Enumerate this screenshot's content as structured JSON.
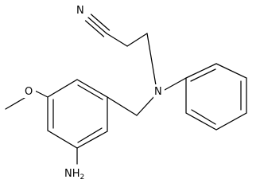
{
  "molecule": {
    "atoms": {
      "nitrile_n": "N",
      "amine_n": "N",
      "methoxy_o": "O",
      "amino_group": "NH2"
    },
    "amino_group_parts": {
      "element": "NH",
      "subscript": "2"
    }
  },
  "colors": {
    "bond": "#000000",
    "label": "#000000",
    "background": "#ffffff"
  }
}
